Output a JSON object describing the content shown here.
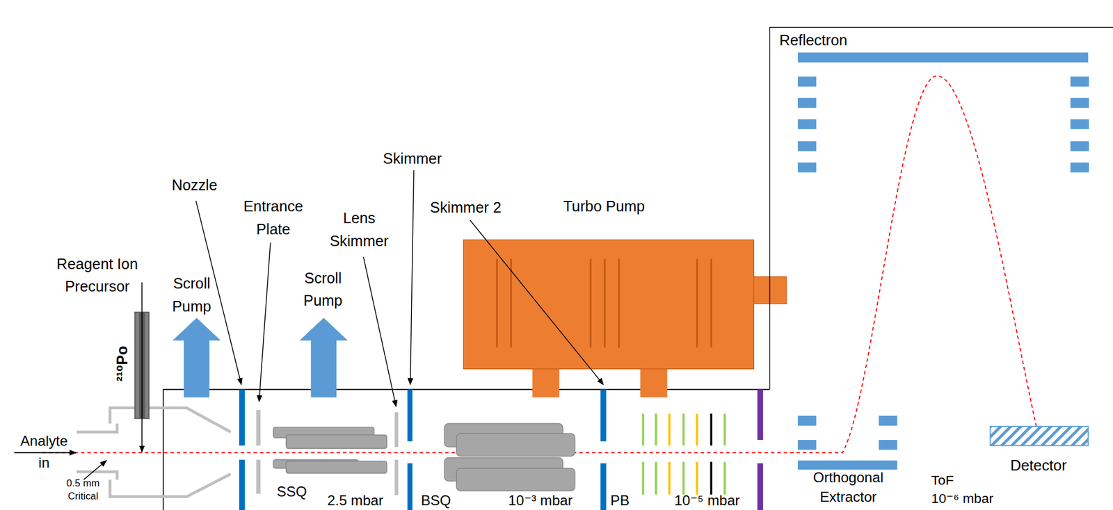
{
  "diagram": {
    "nodes": [
      {
        "text": [
          "Reflectron"
        ]
      }
    ],
    "labels": [
      "Reagent Ion Precursor",
      "²¹⁰Po",
      "Scroll Pump",
      "Nozzle",
      "Entrance Plate",
      "Scroll Pump",
      "Lens Skimmer",
      "Skimmer",
      "Skimmer 2",
      "Turbo Pump",
      "Analyte in",
      "0.5 mm Critical",
      "SSQ",
      "2.5 mbar",
      "BSQ",
      "10⁻³ mbar",
      "PB",
      "10⁻⁵ mbar",
      "Orthogonal Extractor",
      "ToF",
      "10⁻⁶ mbar",
      "Detector"
    ]
  }
}
